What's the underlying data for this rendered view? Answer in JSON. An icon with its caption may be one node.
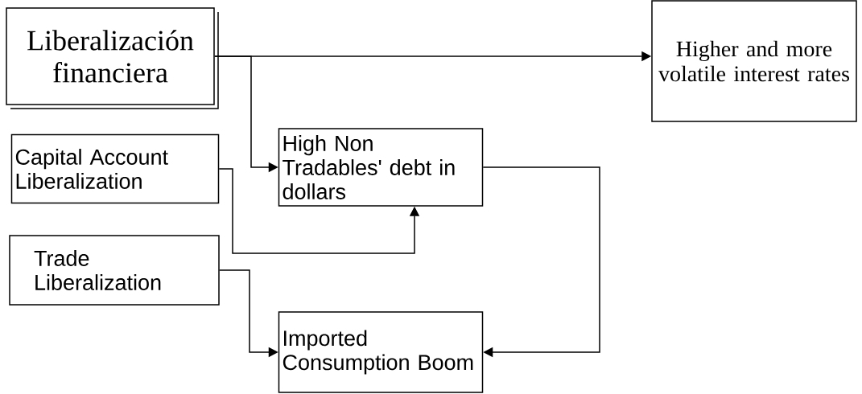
{
  "diagram": {
    "nodes": [
      {
        "text": [
          "Liberalización financiera"
        ]
      },
      {
        "text": [
          "Higher and more volatile interest rates"
        ]
      },
      {
        "text": [
          "Capital Account Liberalization"
        ]
      },
      {
        "text": [
          "High Non Tradables' debt in dollars"
        ]
      },
      {
        "text": [
          "Trade Liberalization"
        ]
      },
      {
        "text": [
          "Imported Consumption Boom"
        ]
      }
    ],
    "edges": [
      {
        "from": 0,
        "to": 1,
        "arrow": "to"
      },
      {
        "from": 0,
        "to": 3,
        "arrow": "to"
      },
      {
        "from": 2,
        "to": 3,
        "arrow": "to"
      },
      {
        "from": 3,
        "to": 5,
        "arrow": "to"
      },
      {
        "from": 4,
        "to": 5,
        "arrow": "to"
      }
    ]
  }
}
